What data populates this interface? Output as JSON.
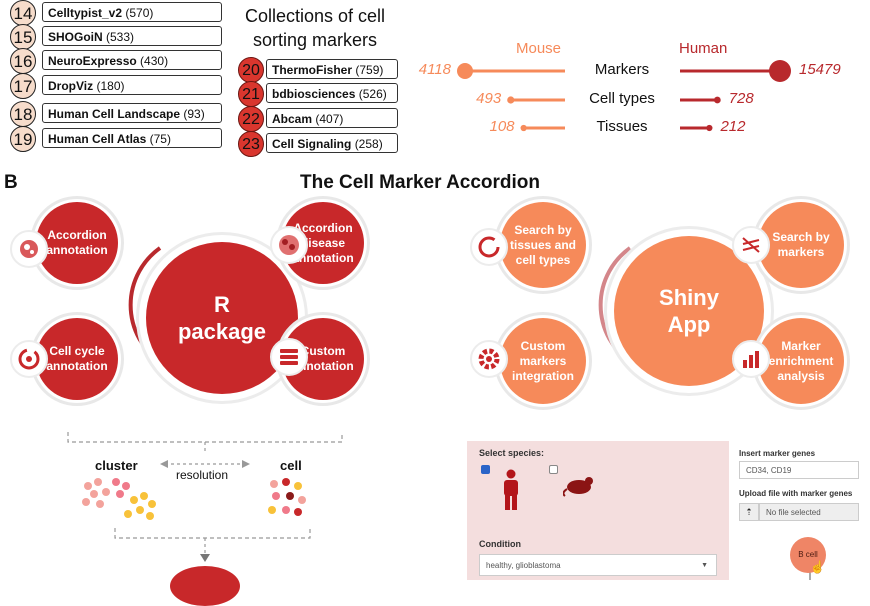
{
  "databases": [
    {
      "num": "14",
      "name": "Celltypist_v2",
      "count": "(570)"
    },
    {
      "num": "15",
      "name": "SHOGoiN",
      "count": "(533)"
    },
    {
      "num": "16",
      "name": "NeuroExpresso",
      "count": "(430)"
    },
    {
      "num": "17",
      "name": "DropViz",
      "count": "(180)"
    },
    {
      "num": "18",
      "name": "Human Cell Landscape",
      "count": "(93)"
    },
    {
      "num": "19",
      "name": "Human Cell Atlas",
      "count": "(75)"
    }
  ],
  "collections": {
    "title_line1": "Collections of cell",
    "title_line2": "sorting markers",
    "items": [
      {
        "num": "20",
        "name": "ThermoFisher",
        "count": "(759)"
      },
      {
        "num": "21",
        "name": "bdbiosciences",
        "count": "(526)"
      },
      {
        "num": "22",
        "name": "Abcam",
        "count": "(407)"
      },
      {
        "num": "23",
        "name": "Cell Signaling",
        "count": "(258)"
      }
    ]
  },
  "stats": {
    "mouse_label": "Mouse",
    "human_label": "Human",
    "rows": [
      {
        "label": "Markers",
        "mouse": 4118,
        "human": 15479,
        "mouse_text": "4118",
        "human_text": "15479"
      },
      {
        "label": "Cell types",
        "mouse": 493,
        "human": 728,
        "mouse_text": "493",
        "human_text": "728"
      },
      {
        "label": "Tissues",
        "mouse": 108,
        "human": 212,
        "mouse_text": "108",
        "human_text": "212"
      }
    ],
    "colors": {
      "mouse": "#f68a5a",
      "human": "#b8292d"
    }
  },
  "panel_b": {
    "letter": "B",
    "title": "The Cell Marker Accordion",
    "r_package": {
      "center": "R package",
      "items": [
        "Accordion annotation",
        "Accordion disease annotation",
        "Cell cycle annotation",
        "Custom annotation"
      ]
    },
    "shiny_app": {
      "center": "Shiny App",
      "items": [
        "Search by tissues and cell types",
        "Search by markers",
        "Custom markers integration",
        "Marker enrichment analysis"
      ]
    }
  },
  "resolution": {
    "left": "cluster",
    "right": "cell",
    "middle": "resolution"
  },
  "app": {
    "species_label": "Select species:",
    "marker_label": "Insert marker genes",
    "marker_value": "CD34, CD19",
    "upload_label": "Upload file with marker genes",
    "upload_placeholder": "No file selected",
    "condition_label": "Condition",
    "condition_value": "healthy, glioblastoma",
    "node_label": "B cell"
  }
}
